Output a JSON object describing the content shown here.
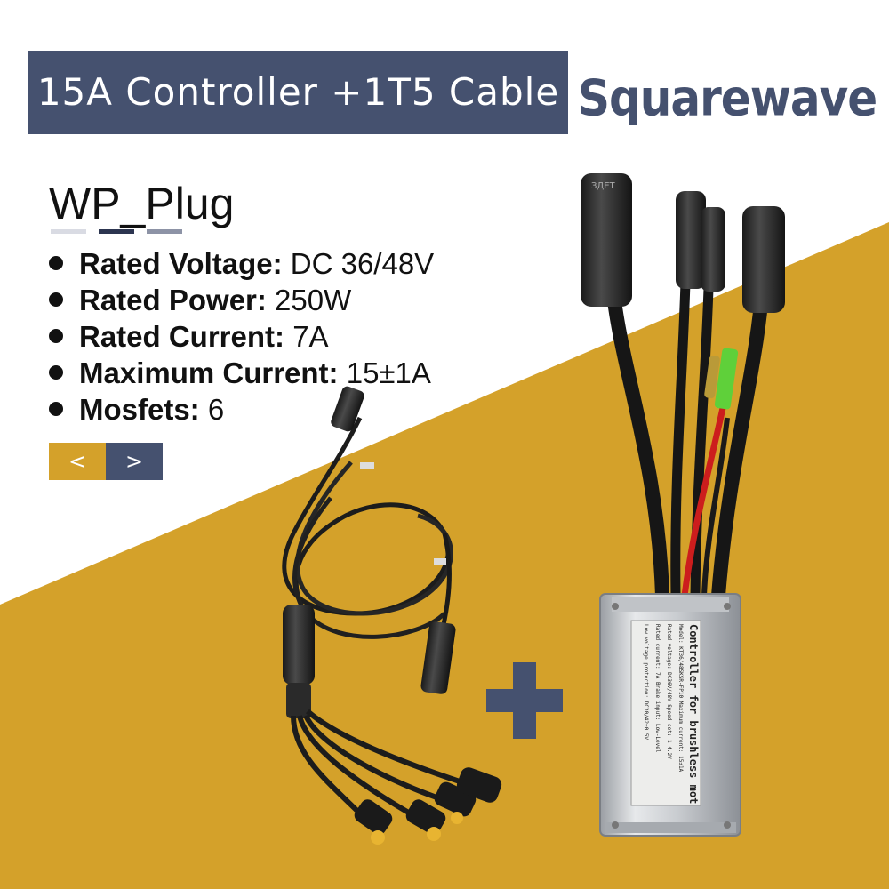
{
  "header": {
    "title": "15A Controller +1T5 Cable",
    "brand": "Squarewave"
  },
  "section": {
    "heading": "WP_Plug"
  },
  "specs": [
    {
      "label": "Rated Voltage:",
      "value": " DC 36/48V"
    },
    {
      "label": "Rated Power:",
      "value": " 250W"
    },
    {
      "label": "Rated Current:",
      "value": " 7A"
    },
    {
      "label": "Maximum Current:",
      "value": " 15±1A"
    },
    {
      "label": "Mosfets:",
      "value": " 6"
    }
  ],
  "nav": {
    "prev": "<",
    "next": ">"
  },
  "controller_label": {
    "title": "Controller for brushless motor",
    "line1": "Model: KT36/48SKSR-FP10  Maximum current: 15±1A",
    "line2": "Rated voltage: DC36V/48V   Speed set: 1-4.2V",
    "line3": "Rated current: 7A   Brake input: Low-Level",
    "line4": "Low voltage protection: DC30/42±0.5V"
  },
  "colors": {
    "accent_gold": "#d4a12a",
    "navy": "#45516f",
    "text": "#111111"
  },
  "icons": {
    "plus": "plus-icon",
    "bullet": "bullet-icon"
  }
}
